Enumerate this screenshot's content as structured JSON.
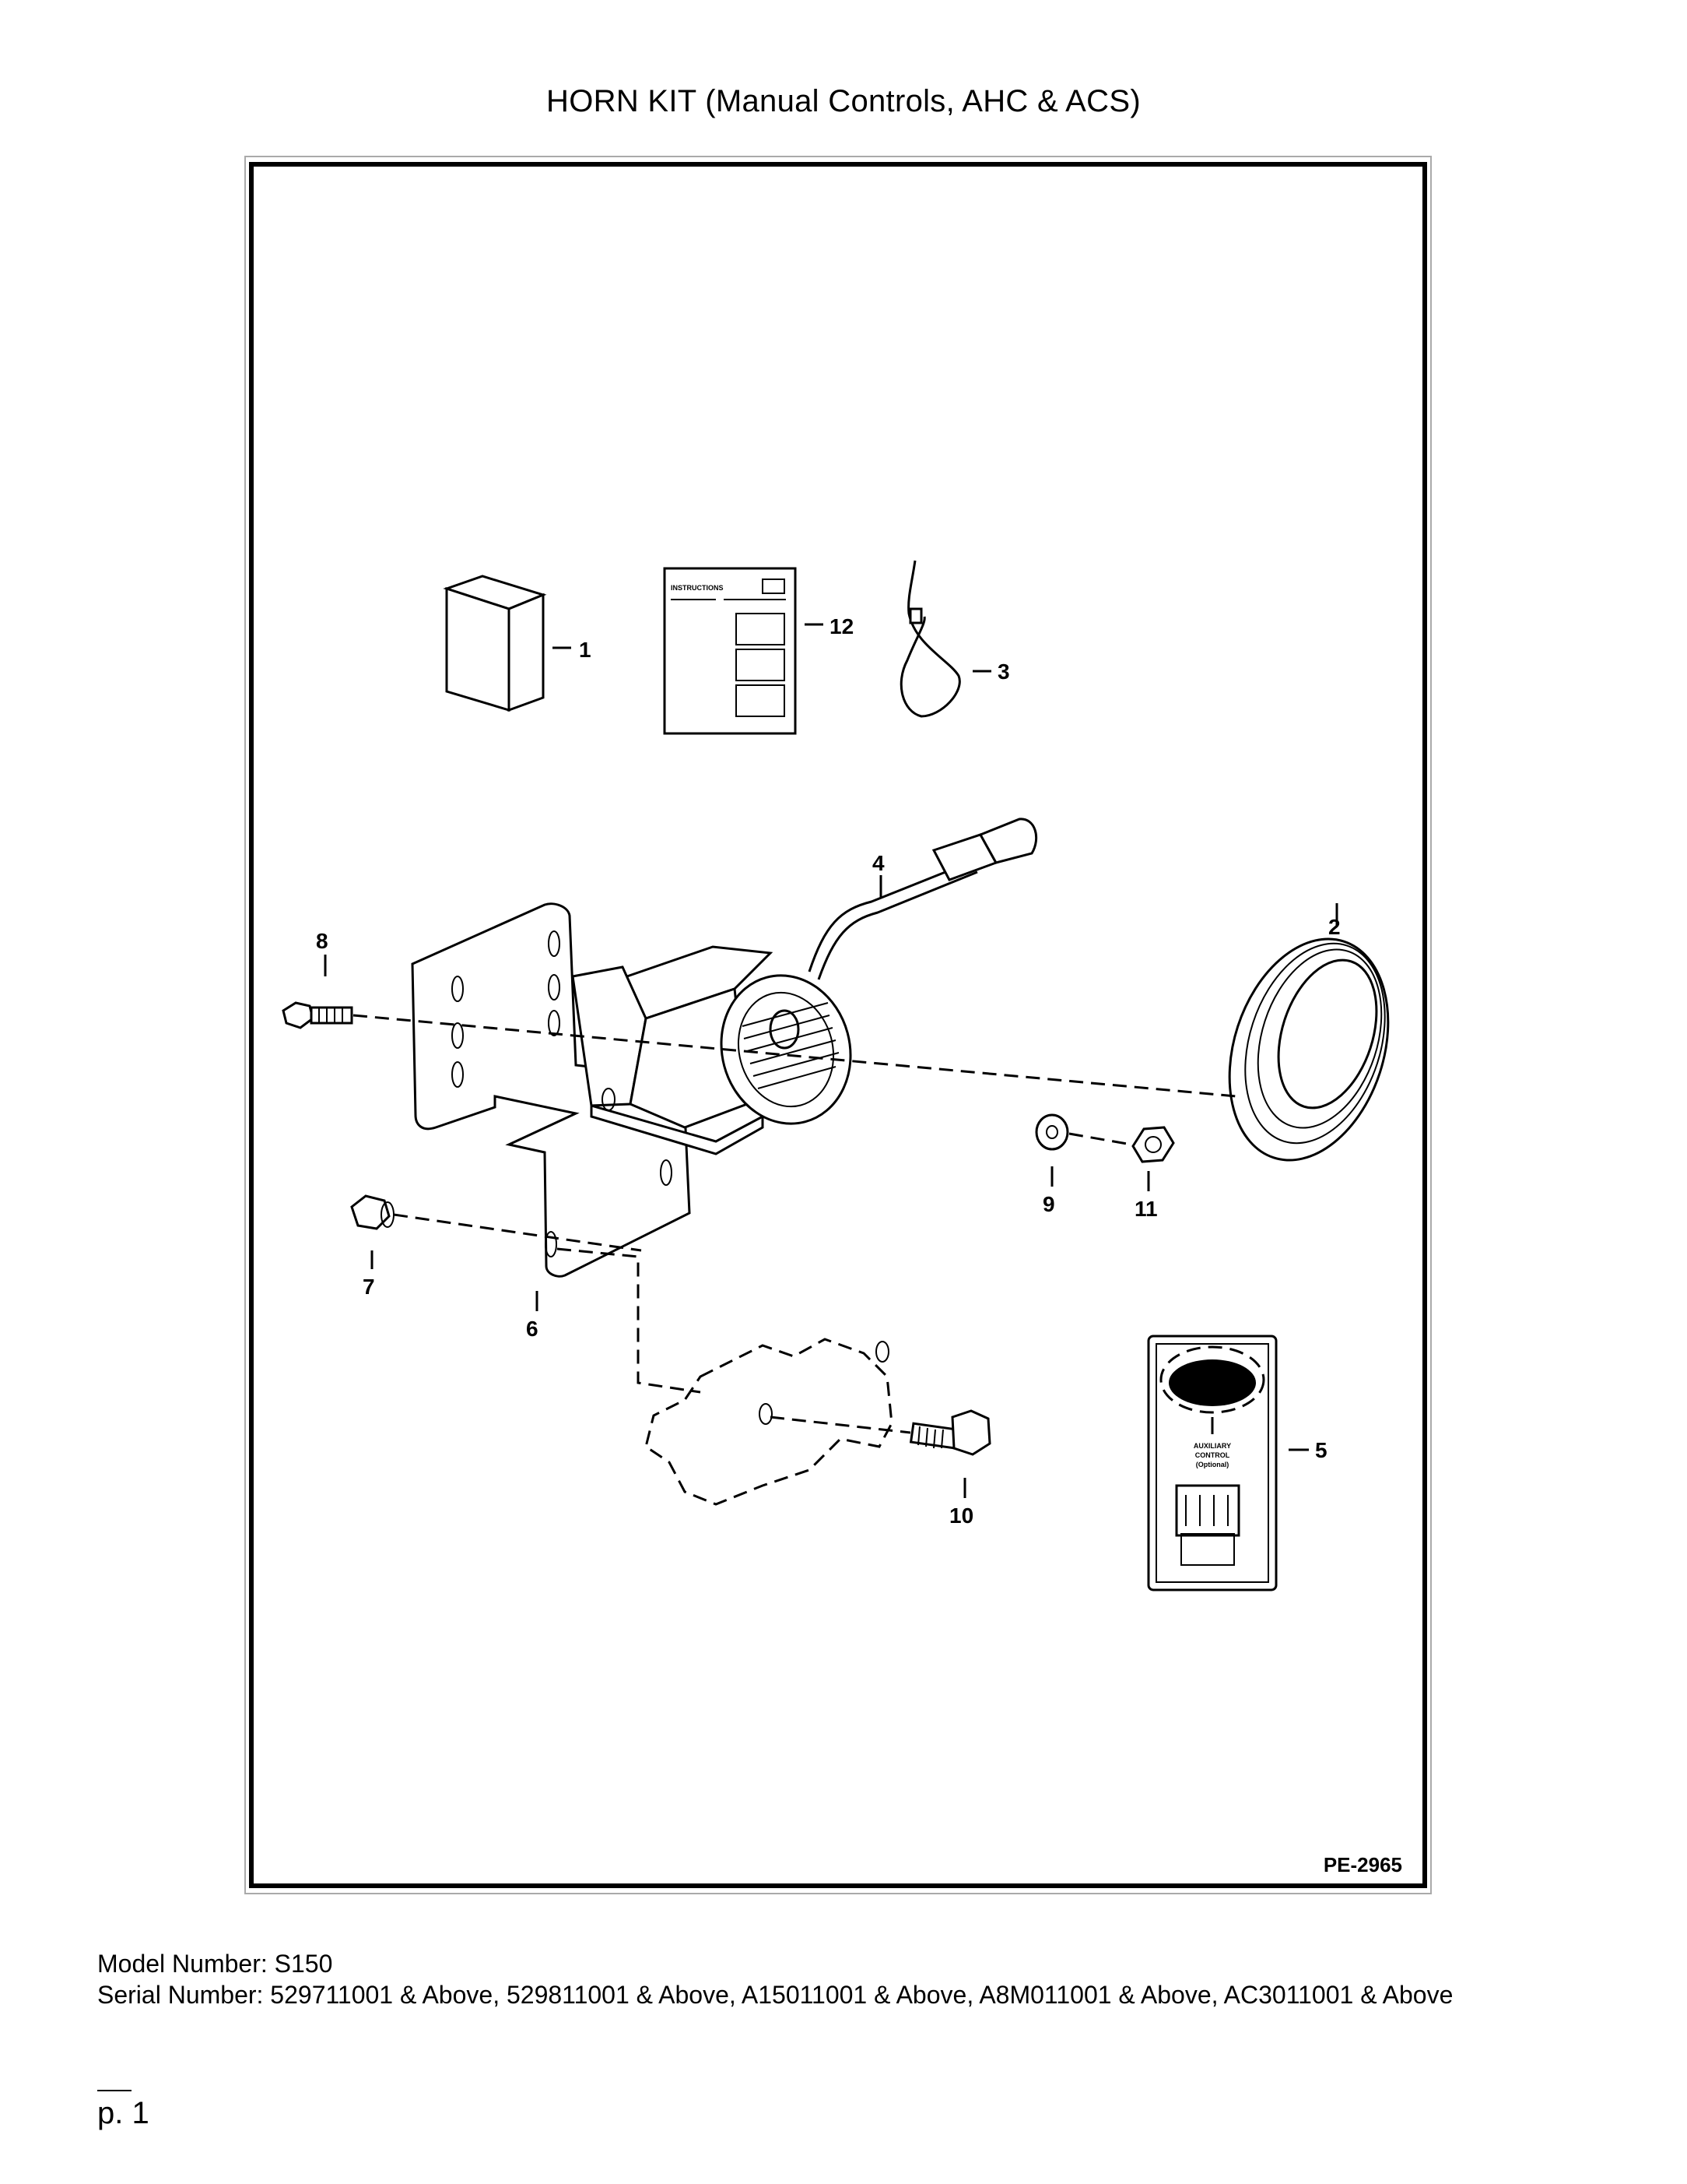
{
  "title": "HORN KIT (Manual Controls, AHC & ACS)",
  "figure": {
    "id": "PE-2965",
    "callouts": [
      "1",
      "2",
      "3",
      "4",
      "5",
      "6",
      "7",
      "8",
      "9",
      "10",
      "11",
      "12"
    ],
    "instructions_label": "INSTRUCTIONS",
    "decal_text": [
      "AUXILIARY",
      "CONTROL",
      "(Optional)"
    ]
  },
  "footer": {
    "model": "Model Number: S150",
    "serial": "Serial Number: 529711001 & Above, 529811001 & Above, A15011001 & Above, A8M011001 & Above, AC3011001 & Above"
  },
  "page": "p. 1"
}
